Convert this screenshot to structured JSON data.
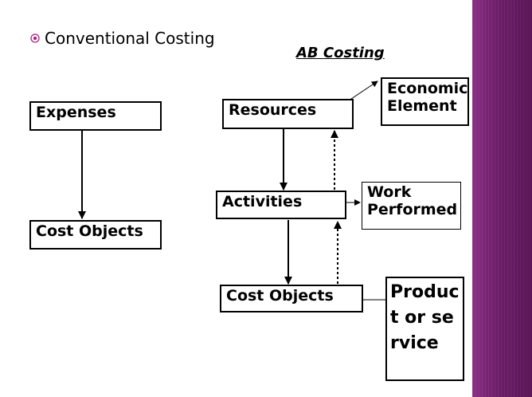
{
  "slide": {
    "bullet_text": "Conventional Costing",
    "ab_title": "AB Costing"
  },
  "boxes": {
    "expenses": "Expenses",
    "cost_objects_left": "Cost Objects",
    "resources": "Resources",
    "activities": "Activities",
    "cost_objects_right": "Cost Objects",
    "economic_element": "Economic Element",
    "work_performed": "Work Performed",
    "product_or_service": "Product or service"
  },
  "colors": {
    "accent_band": "#6e1f6a",
    "bullet": "#b0207e"
  }
}
